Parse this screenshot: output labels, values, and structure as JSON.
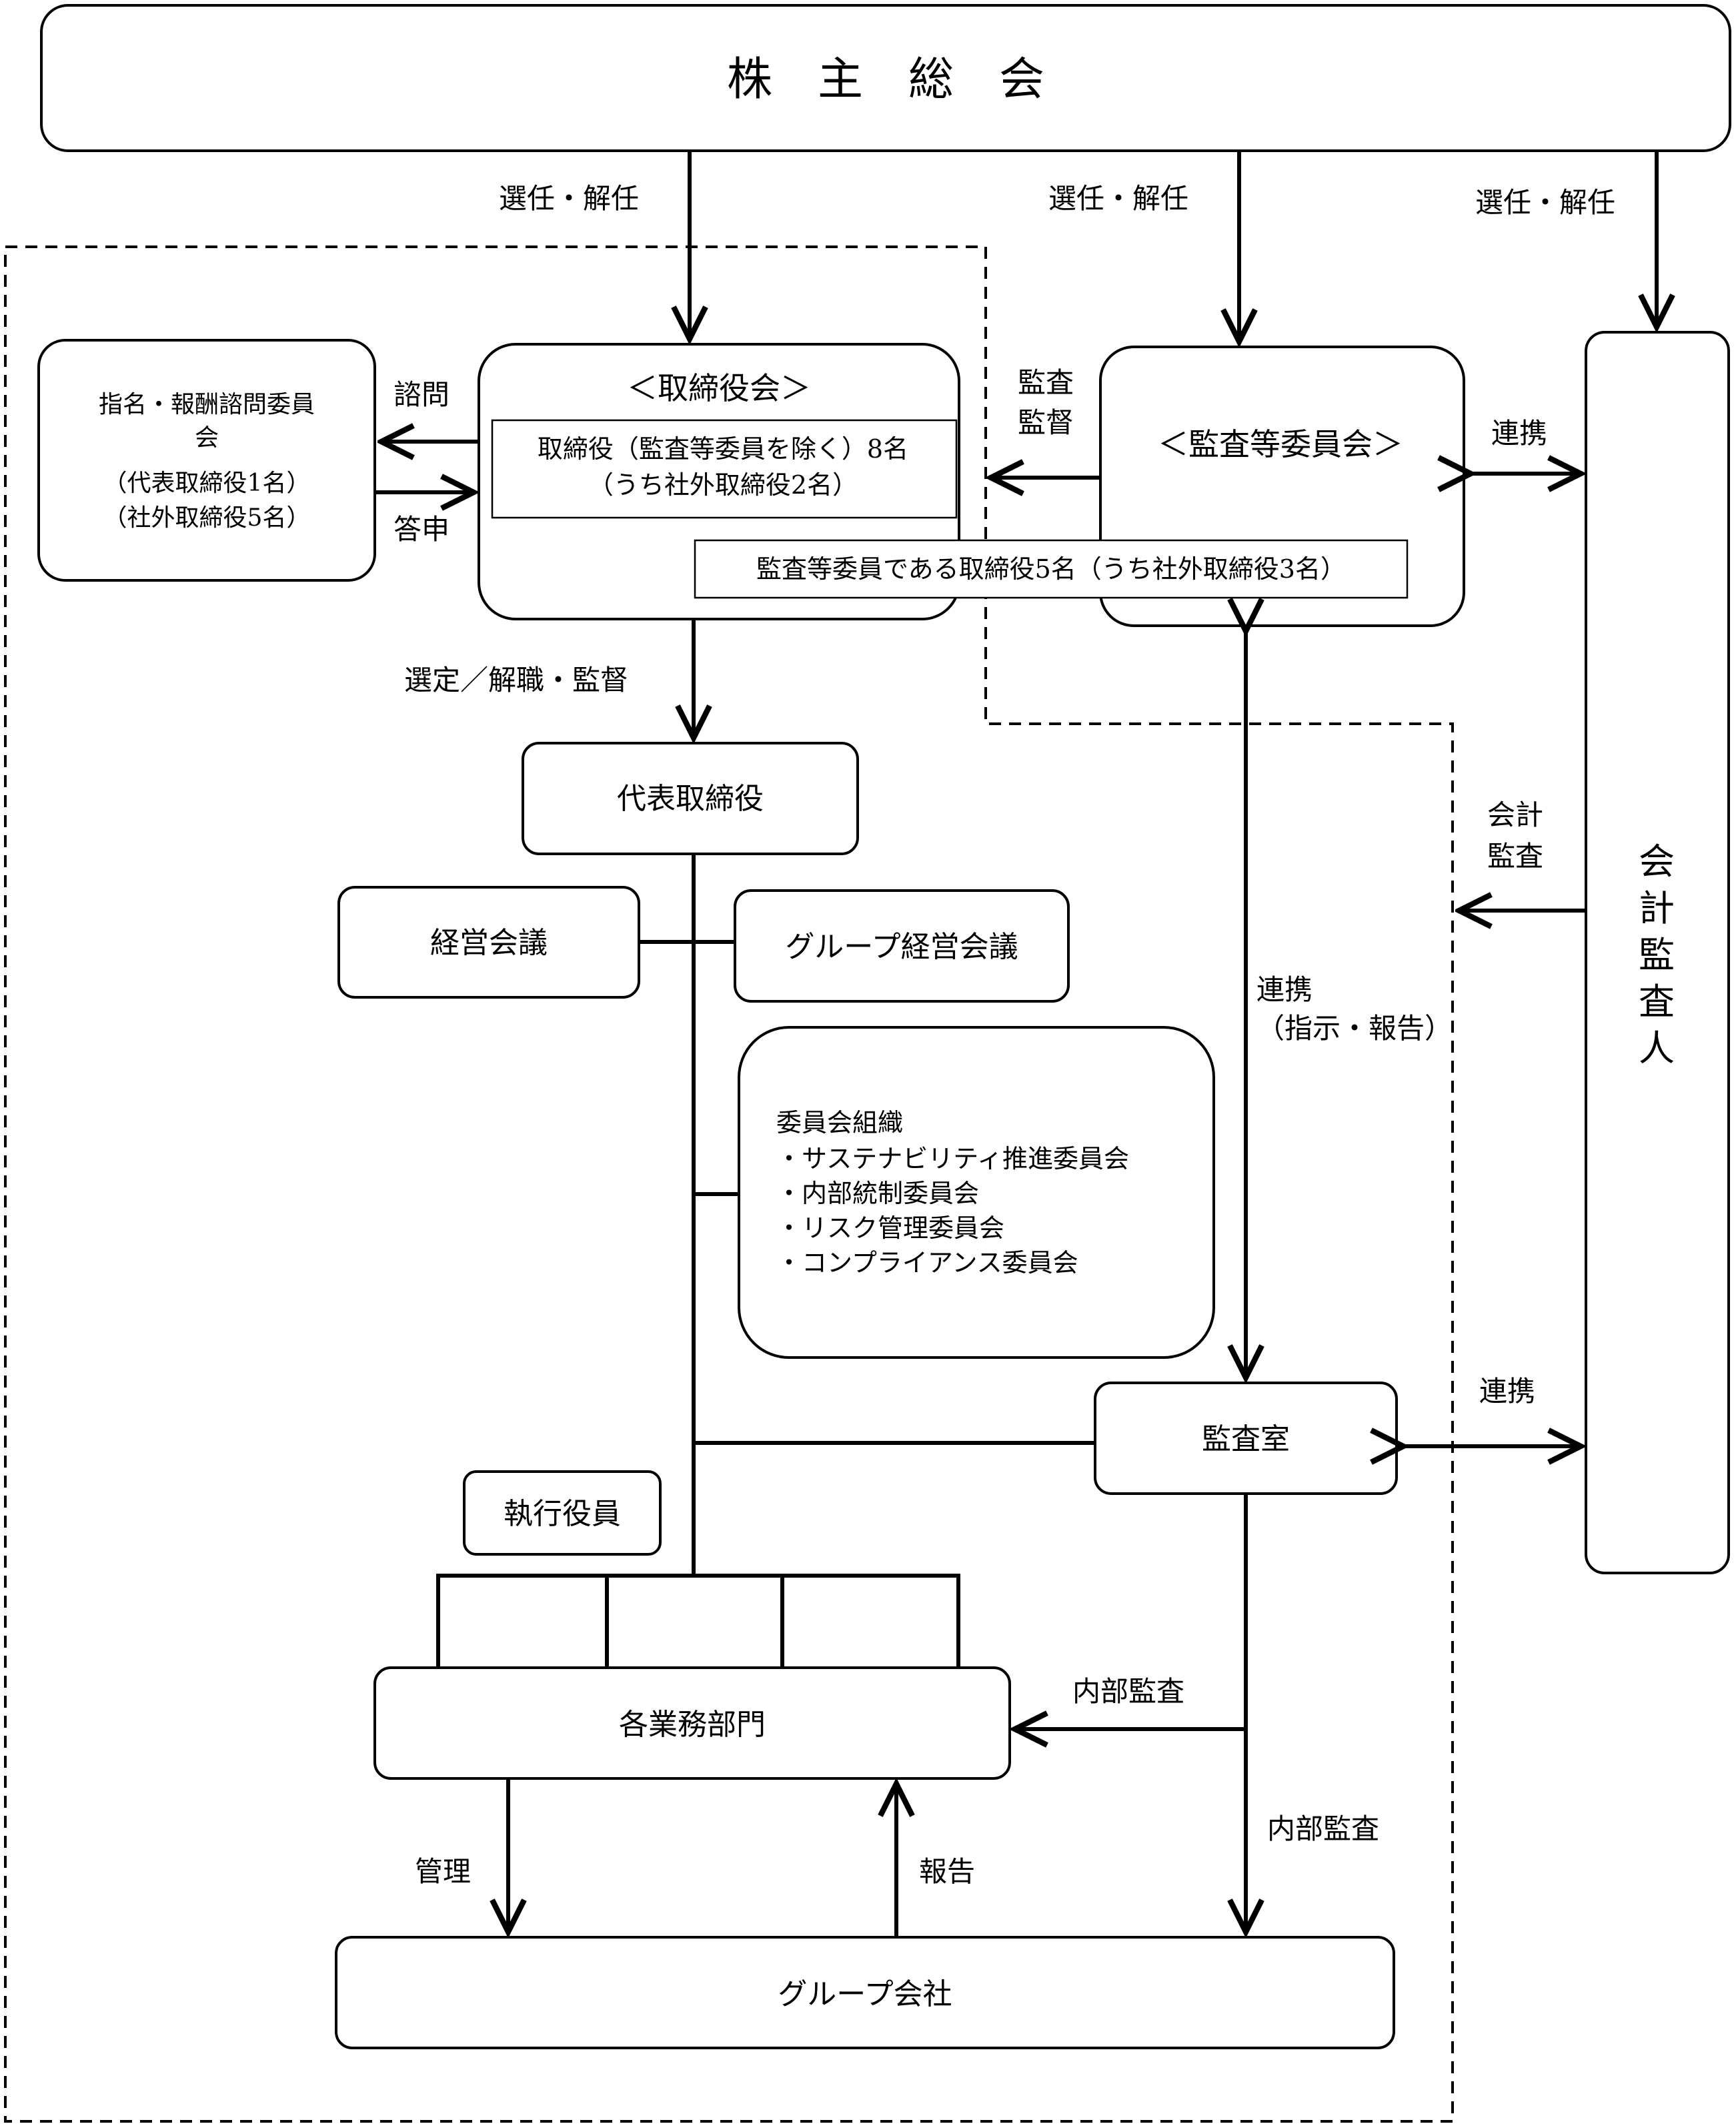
{
  "nodes": {
    "shareholders": "株　主　総　会",
    "nomination_committee": {
      "title_line1": "指名・報酬諮問委員",
      "title_line2": "会",
      "member_line1": "（代表取締役1名）",
      "member_line2": "（社外取締役5名）"
    },
    "board": {
      "title": "＜取締役会＞",
      "members_line1": "取締役（監査等委員を除く）8名",
      "members_line2": "（うち社外取締役2名）"
    },
    "audit_committee": {
      "title": "＜監査等委員会＞",
      "members": "監査等委員である取締役5名（うち社外取締役3名）"
    },
    "accounting_auditor": [
      "会",
      "計",
      "監",
      "査",
      "人"
    ],
    "representative_director": "代表取締役",
    "management_meeting": "経営会議",
    "group_management_meeting": "グループ経営会議",
    "committees": {
      "title": "委員会組織",
      "items": [
        "・サステナビリティ推進委員会",
        "・内部統制委員会",
        "・リスク管理委員会",
        "・コンプライアンス委員会"
      ]
    },
    "audit_office": "監査室",
    "executive_officers": "執行役員",
    "business_divisions": "各業務部門",
    "group_companies": "グループ会社"
  },
  "edges": {
    "elect_dismiss": "選任・解任",
    "consult": "諮問",
    "report_answer": "答申",
    "audit_supervise_line1": "監査",
    "audit_supervise_line2": "監督",
    "cooperation": "連携",
    "select_dismiss_supervise": "選定／解職・監督",
    "accounting_audit_line1": "会計",
    "accounting_audit_line2": "監査",
    "cooperation_instruction_line1": "連携",
    "cooperation_instruction_line2": "（指示・報告）",
    "internal_audit": "内部監査",
    "manage": "管理",
    "report": "報告"
  }
}
